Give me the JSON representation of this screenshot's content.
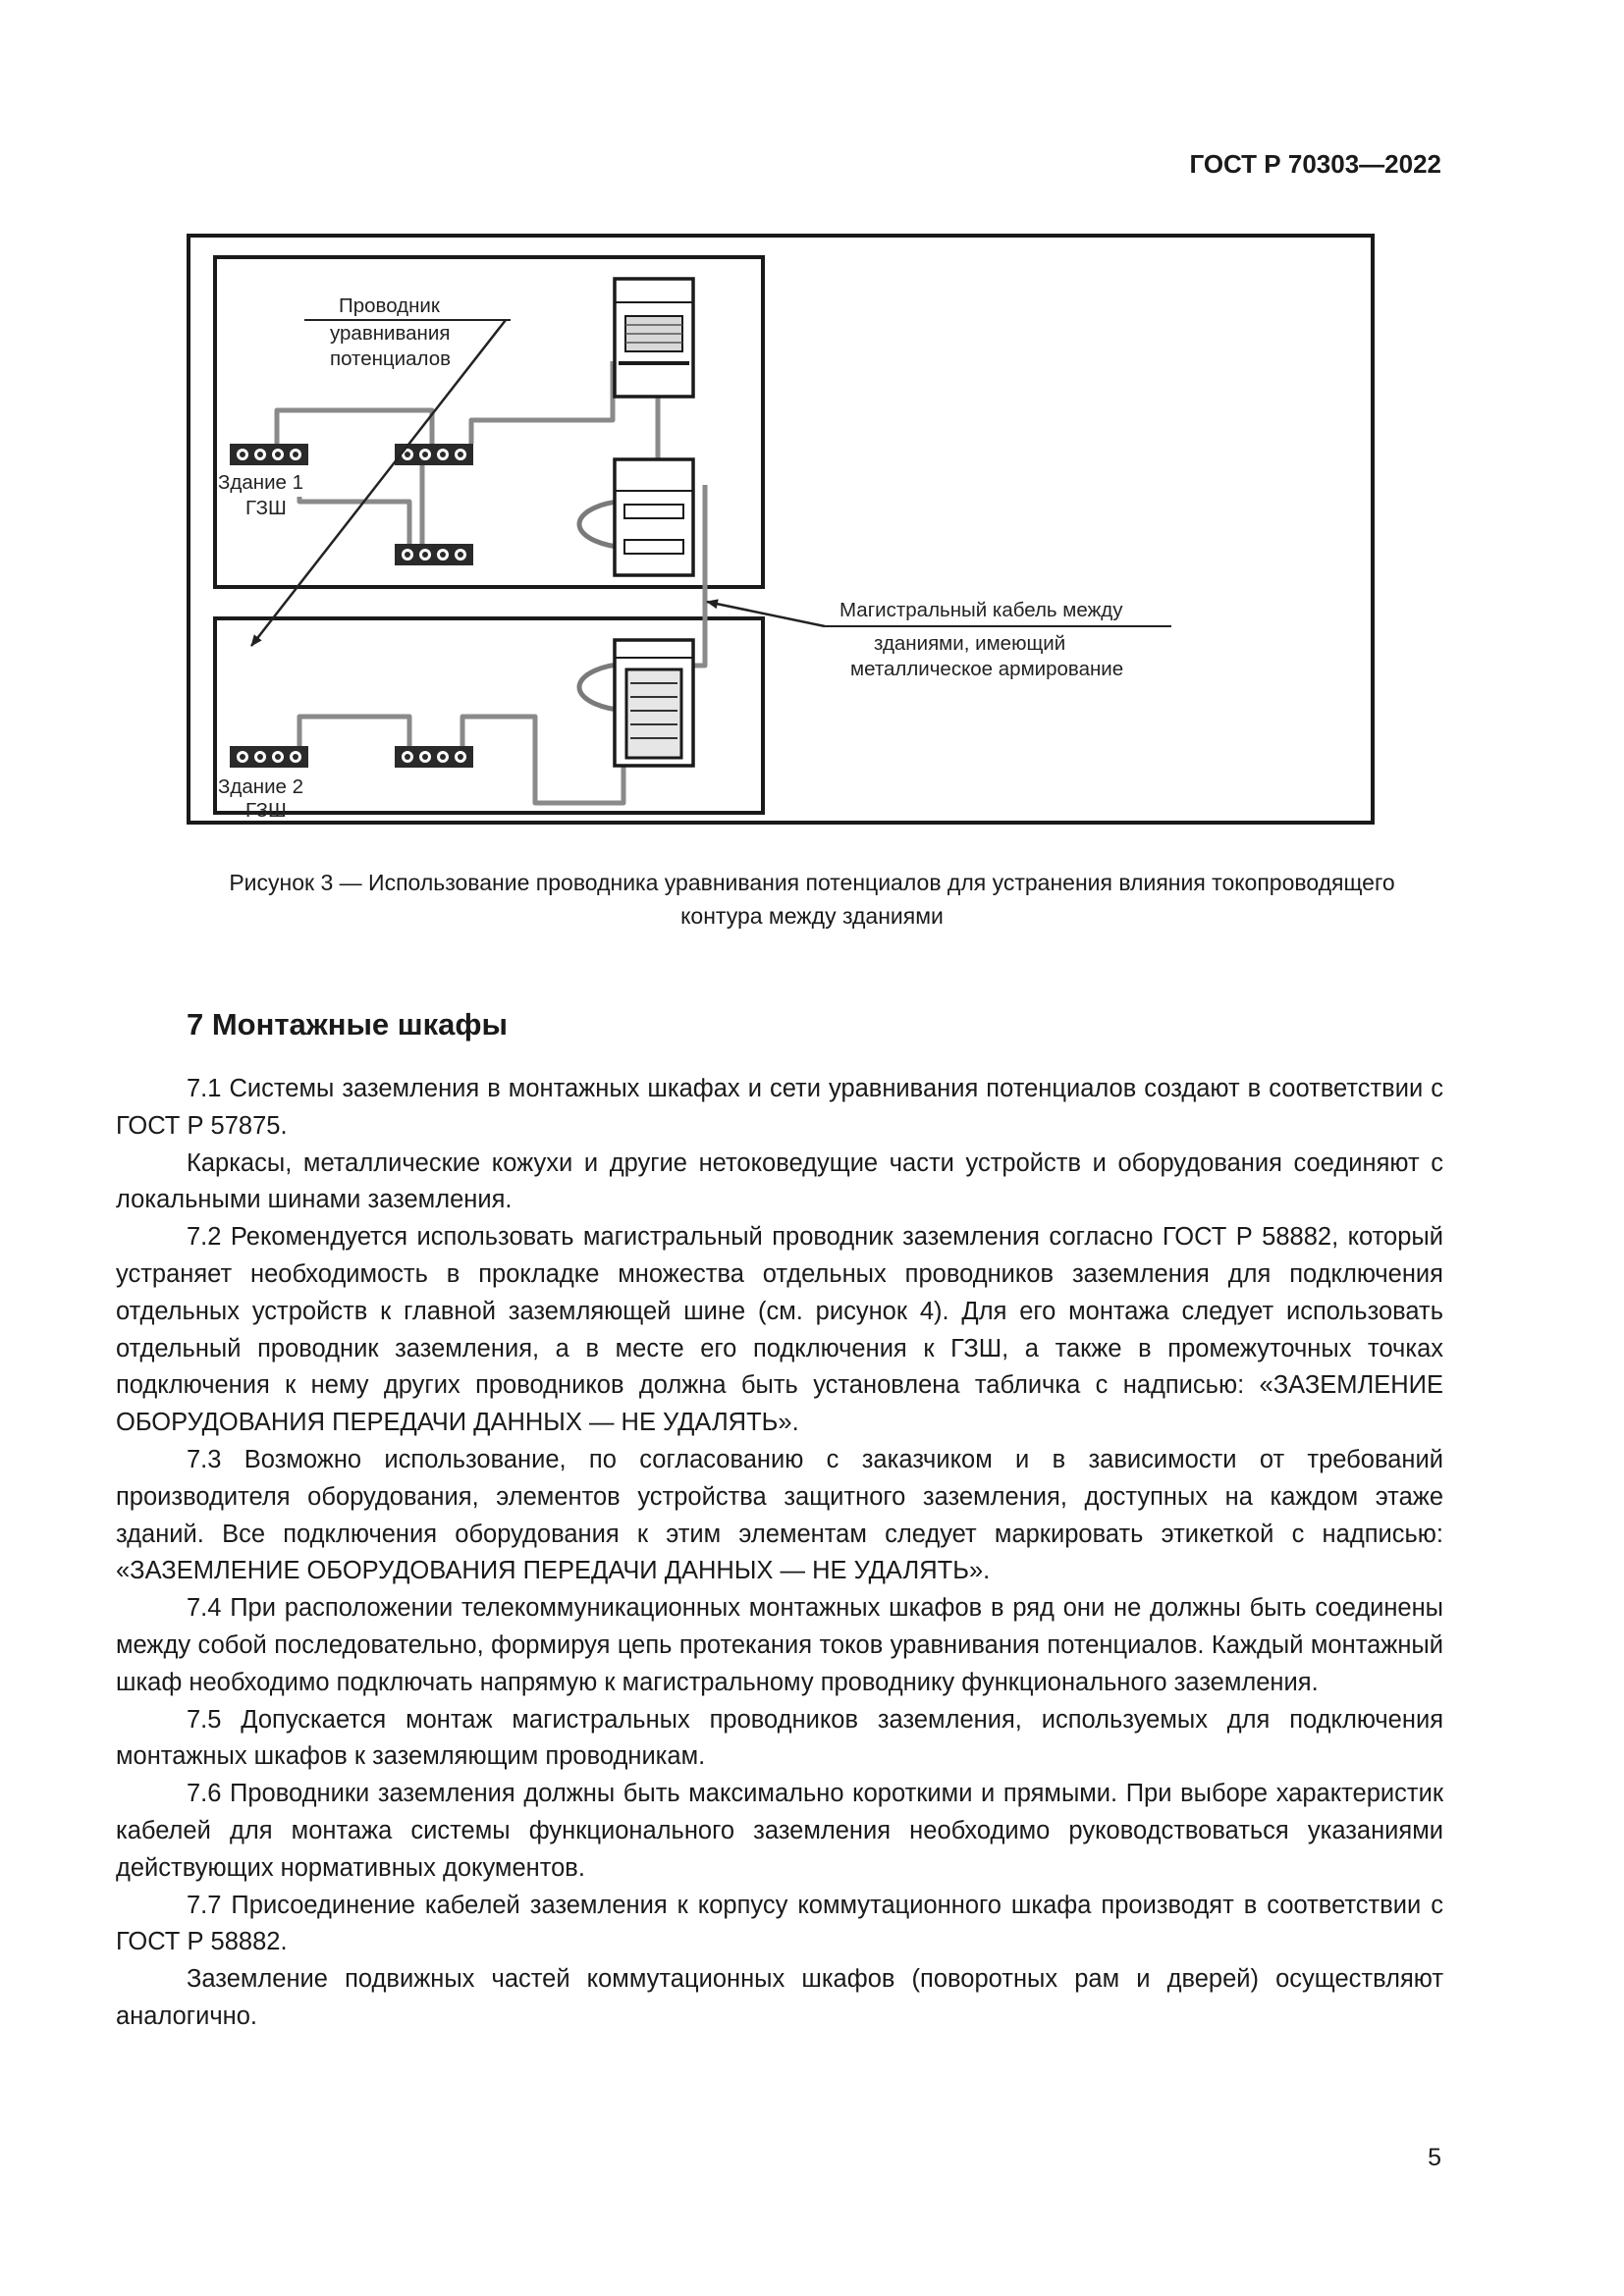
{
  "header": {
    "doc_id": "ГОСТ Р 70303—2022"
  },
  "figure": {
    "labels": {
      "conductor_line1": "Проводник",
      "conductor_line2": "уравнивания",
      "conductor_line3": "потенциалов",
      "building1_name": "Здание 1",
      "building1_bus": "ГЗШ",
      "building2_name": "Здание 2",
      "building2_bus": "ГЗШ",
      "trunk_line1": "Магистральный кабель между",
      "trunk_line2": "зданиями, имеющий",
      "trunk_line3": "металлическое армирование"
    },
    "caption_line1": "Рисунок 3 — Использование проводника уравнивания потенциалов для устранения влияния токопроводящего",
    "caption_line2": "контура между зданиями"
  },
  "section": {
    "title": "7 Монтажные шкафы"
  },
  "paragraphs": [
    "7.1 Системы заземления в монтажных шкафах и сети уравнивания потенциалов создают в соответствии с ГОСТ Р 57875.",
    "Каркасы, металлические кожухи и другие нетоковедущие части устройств и оборудования соединяют с локальными шинами заземления.",
    "7.2 Рекомендуется использовать магистральный проводник заземления согласно ГОСТ Р 58882, который устраняет необходимость в прокладке множества отдельных проводников заземления для подключения отдельных устройств к главной заземляющей шине (см. рисунок 4). Для его монтажа следует использовать отдельный проводник заземления, а в месте его подключения к ГЗШ, а также в промежуточных точках подключения к нему других проводников должна быть установлена табличка с надписью: «ЗАЗЕМЛЕНИЕ ОБОРУДОВАНИЯ ПЕРЕДАЧИ ДАННЫХ — НЕ УДАЛЯТЬ».",
    "7.3 Возможно использование, по согласованию с заказчиком и в зависимости от требований производителя оборудования, элементов устройства защитного заземления, доступных на каждом этаже зданий. Все подключения оборудования к этим элементам следует маркировать этикеткой с надписью: «ЗАЗЕМЛЕНИЕ ОБОРУДОВАНИЯ ПЕРЕДАЧИ ДАННЫХ — НЕ УДАЛЯТЬ».",
    "7.4 При расположении телекоммуникационных монтажных шкафов в ряд они не должны быть соединены между собой последовательно, формируя цепь протекания токов уравнивания потенциалов. Каждый монтажный шкаф необходимо подключать напрямую к магистральному проводнику функционального заземления.",
    "7.5 Допускается монтаж магистральных проводников заземления, используемых для подключения монтажных шкафов к заземляющим проводникам.",
    "7.6 Проводники заземления должны быть максимально короткими и прямыми. При выборе характеристик кабелей для монтажа системы функционального заземления необходимо руководствоваться указаниями действующих нормативных документов.",
    "7.7 Присоединение кабелей заземления к корпусу коммутационного шкафа производят в соответствии с ГОСТ Р 58882.",
    "Заземление подвижных частей коммутационных шкафов (поворотных рам и дверей) осуществляют аналогично."
  ],
  "page_number": "5"
}
